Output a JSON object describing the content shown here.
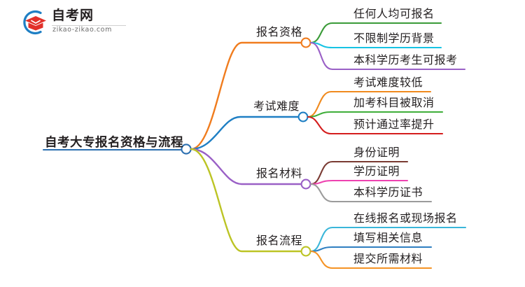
{
  "logo": {
    "brand": "自考网",
    "domain": "zikao-zikao.com",
    "mark_name": "graduation-cap-logo-icon",
    "mark_arc_color": "#1f7fc4",
    "mark_cap_color": "#e2302a"
  },
  "mindmap": {
    "root": {
      "label": "自考大专报名资格与流程",
      "color": "#2b6fb0"
    },
    "branches": [
      {
        "label": "报名资格",
        "color": "#f07c1e",
        "leaves": [
          {
            "label": "任何人均可报名",
            "color": "#3a9b38"
          },
          {
            "label": "不限制学历背景",
            "color": "#16c3e3"
          },
          {
            "label": "本科学历考生可报考",
            "color": "#9a60c6"
          }
        ]
      },
      {
        "label": "考试难度",
        "color": "#1f7fc4",
        "leaves": [
          {
            "label": "考试难度较低",
            "color": "#f08a1e"
          },
          {
            "label": "加考科目被取消",
            "color": "#3fae3a"
          },
          {
            "label": "预计通过率提升",
            "color": "#d41d1d"
          }
        ]
      },
      {
        "label": "报名材料",
        "color": "#9a60c6",
        "leaves": [
          {
            "label": "身份证明",
            "color": "#7a3b33"
          },
          {
            "label": "学历证明",
            "color": "#ee42b0"
          },
          {
            "label": "本科学历证书",
            "color": "#9b9b9b"
          }
        ]
      },
      {
        "label": "报名流程",
        "color": "#bcc425",
        "leaves": [
          {
            "label": "在线报名或现场报名",
            "color": "#3ab6d9"
          },
          {
            "label": "填写相关信息",
            "color": "#2f7fc1"
          },
          {
            "label": "提交所需材料",
            "color": "#f59324"
          }
        ]
      }
    ]
  }
}
